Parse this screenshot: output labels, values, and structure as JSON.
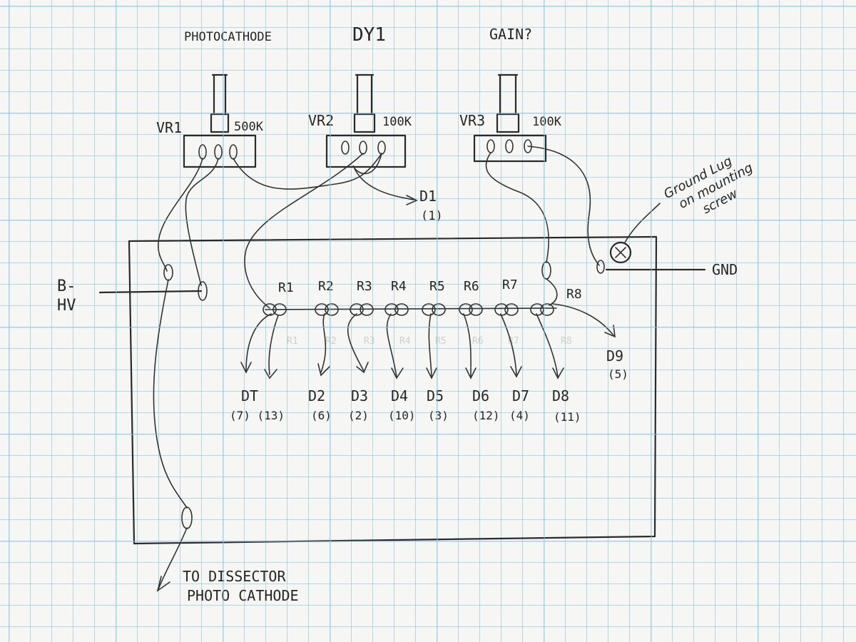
{
  "header": {
    "photocathode": "PHOTOCATHODE",
    "dy1": "DY1",
    "gain": "GAIN?"
  },
  "pots": {
    "vr1": {
      "name": "VR1",
      "value": "500K"
    },
    "vr2": {
      "name": "VR2",
      "value": "100K"
    },
    "vr3": {
      "name": "VR3",
      "value": "100K"
    }
  },
  "d1": {
    "name": "D1",
    "pin": "(1)"
  },
  "ground_note": {
    "line1": "Ground Lug",
    "line2": "on mounting",
    "line3": "screw"
  },
  "gnd": "GND",
  "bhv": {
    "line1": "B-",
    "line2": "HV"
  },
  "resistors": [
    "R1",
    "R2",
    "R3",
    "R4",
    "R5",
    "R6",
    "R7",
    "R8"
  ],
  "resistor_ghosts": [
    "R1",
    "R2",
    "R3",
    "R4",
    "R5",
    "R6",
    "R7",
    "R8"
  ],
  "outputs": [
    {
      "name": "DT",
      "pin": "(7) (13)"
    },
    {
      "name": "D2",
      "pin": "(6)"
    },
    {
      "name": "D3",
      "pin": "(2)"
    },
    {
      "name": "D4",
      "pin": "(10)"
    },
    {
      "name": "D5",
      "pin": "(3)"
    },
    {
      "name": "D6",
      "pin": "(12)"
    },
    {
      "name": "D7",
      "pin": "(4)"
    },
    {
      "name": "D8",
      "pin": "(11)"
    }
  ],
  "d9": {
    "name": "D9",
    "pin": "(5)"
  },
  "footer": {
    "line1": "TO DISSECTOR",
    "line2": "PHOTO CATHODE"
  }
}
